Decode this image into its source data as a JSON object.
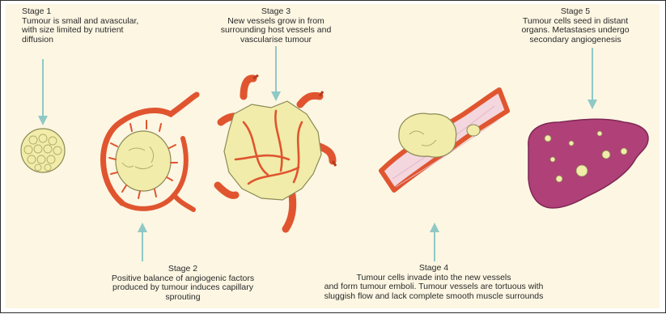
{
  "stages": {
    "stage1": {
      "title": "Stage 1",
      "lines": [
        "Tumour is small and avascular,",
        "with size limited by nutrient",
        "diffusion"
      ]
    },
    "stage2": {
      "title": "Stage 2",
      "lines": [
        "Positive balance of angiogenic factors",
        "produced by tumour induces capillary sprouting"
      ]
    },
    "stage3": {
      "title": "Stage 3",
      "lines": [
        "New vessels grow in from",
        "surrounding host vessels and",
        "vascularise tumour"
      ]
    },
    "stage4": {
      "title": "Stage 4",
      "lines": [
        "Tumour cells invade into the new vessels",
        "and form tumour emboli. Tumour vessels are tortuous with",
        "sluggish flow and lack complete smooth muscle surrounds"
      ]
    },
    "stage5": {
      "title": "Stage 5",
      "lines": [
        "Tumour cells seed in distant",
        "organs. Metastases undergo",
        "secondary angiogenesis"
      ]
    }
  },
  "colors": {
    "background": "#fcf6e3",
    "arrow": "#8fc9c6",
    "vessel": "#e0552f",
    "vessel_dark": "#b83a1d",
    "tumour": "#f1ecaa",
    "tumour_edge": "#8c8a55",
    "liver": "#b04078",
    "vessel_lumen": "#f3d6de"
  }
}
